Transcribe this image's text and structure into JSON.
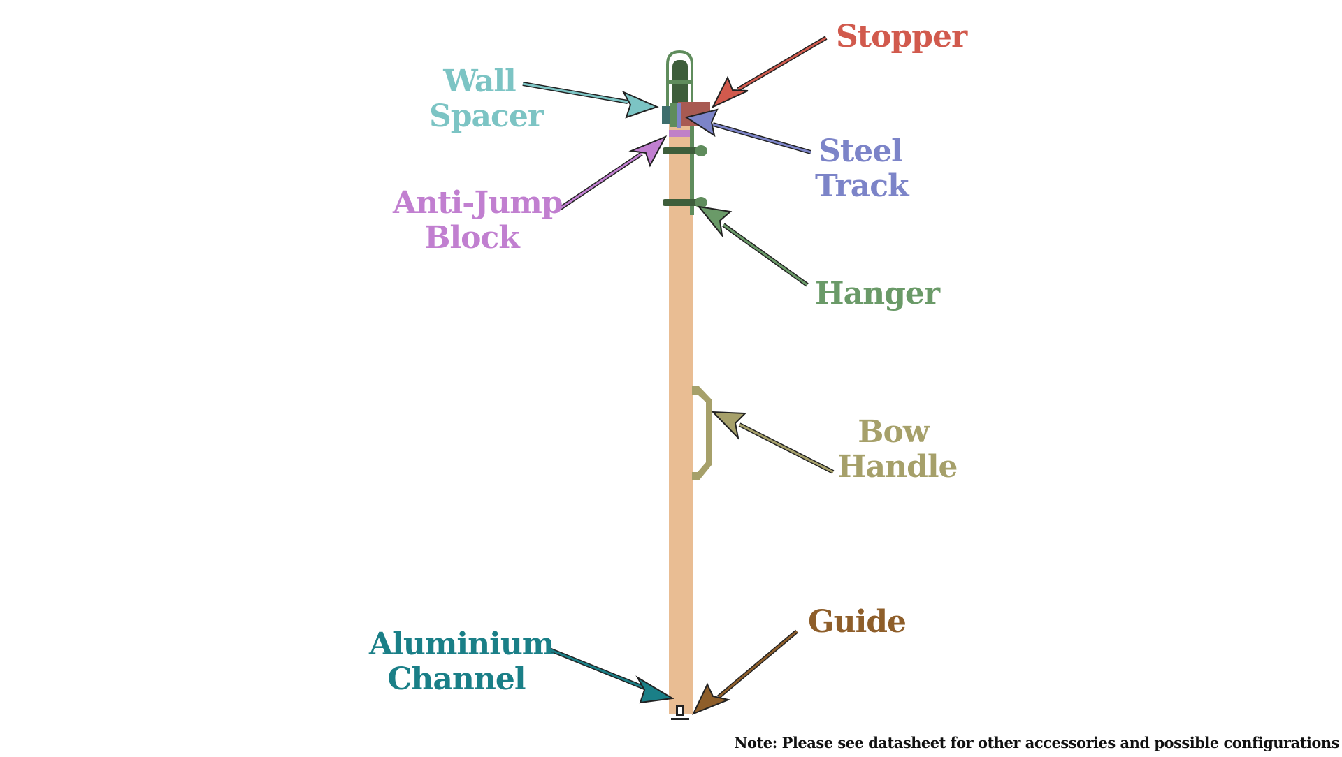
{
  "labels": {
    "stopper": {
      "lines": [
        "Stopper"
      ],
      "color": "#d15a4d"
    },
    "wall_spacer": {
      "lines": [
        "Wall",
        "Spacer"
      ],
      "color": "#7cc4c4"
    },
    "steel_track": {
      "lines": [
        "Steel",
        "Track"
      ],
      "color": "#7c84c8"
    },
    "anti_jump_block": {
      "lines": [
        "Anti-Jump",
        "Block"
      ],
      "color": "#c17fd0"
    },
    "hanger": {
      "lines": [
        "Hanger"
      ],
      "color": "#6a9a68"
    },
    "bow_handle": {
      "lines": [
        "Bow",
        "Handle"
      ],
      "color": "#a6a06a"
    },
    "guide": {
      "lines": [
        "Guide"
      ],
      "color": "#8e5e2a"
    },
    "aluminium_channel": {
      "lines": [
        "Aluminium",
        "Channel"
      ],
      "color": "#1a7f87"
    }
  },
  "note": "Note: Please see datasheet for other accessories and possible configurations",
  "colors": {
    "door_panel": "#e9bd93",
    "hardware_green": "#5f8c5c",
    "hardware_dark": "#3e5e3b",
    "stopper_block": "#a85a52",
    "anti_jump": "#c080c8",
    "track_blue": "#7c84c8",
    "handle": "#a6a06a"
  }
}
